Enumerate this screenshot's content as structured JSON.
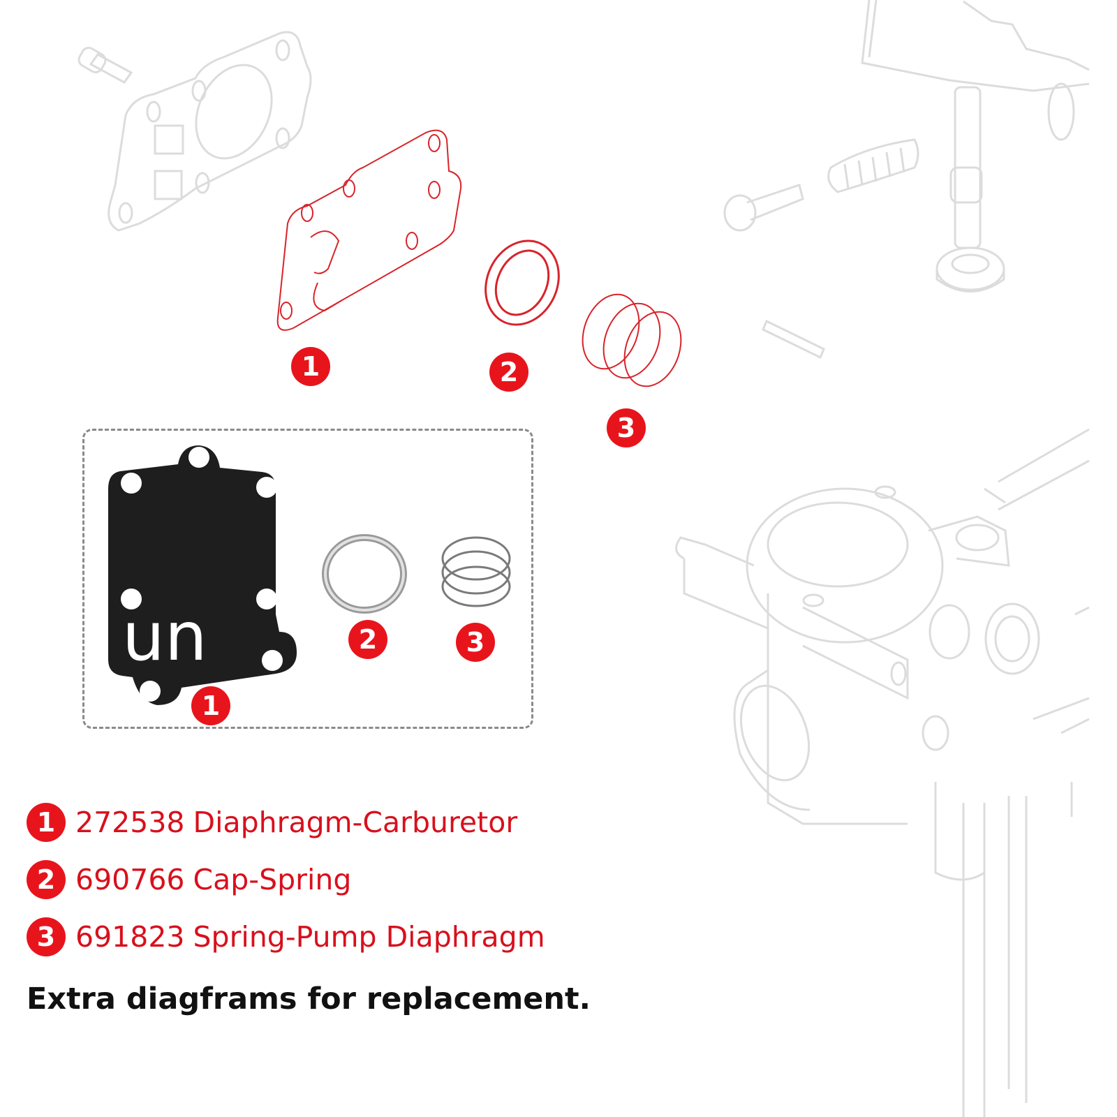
{
  "diagram": {
    "subject": "Carburetor diaphragm kit exploded view",
    "accent_color": "#e8141c",
    "line_art_color": "#d9d9d9",
    "callouts_drawing": [
      {
        "num": "1",
        "part": "diaphragm"
      },
      {
        "num": "2",
        "part": "cap-spring"
      },
      {
        "num": "3",
        "part": "spring"
      }
    ],
    "callouts_photo": [
      {
        "num": "1",
        "part": "diaphragm"
      },
      {
        "num": "2",
        "part": "cap-spring"
      },
      {
        "num": "3",
        "part": "spring"
      }
    ],
    "photo_gasket_mark": "un"
  },
  "legend": [
    {
      "num": "1",
      "part_number": "272538",
      "name": "Diaphragm-Carburetor"
    },
    {
      "num": "2",
      "part_number": "690766",
      "name": "Cap-Spring"
    },
    {
      "num": "3",
      "part_number": "691823",
      "name": "Spring-Pump Diaphragm"
    }
  ],
  "caption": "Extra diagframs for replacement."
}
